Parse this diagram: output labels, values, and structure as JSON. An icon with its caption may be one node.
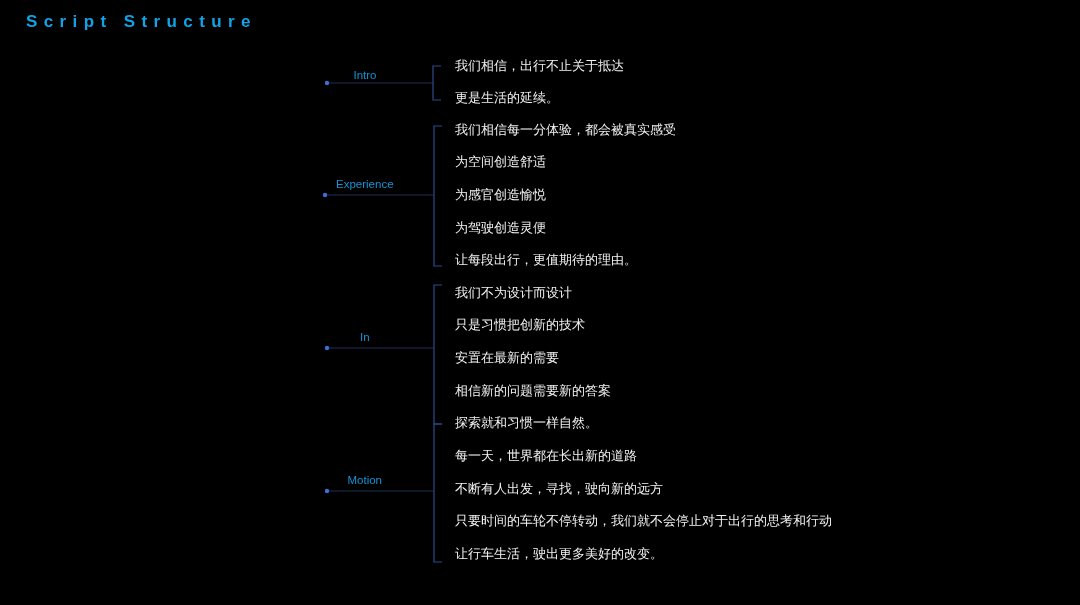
{
  "diagram": {
    "title": "Script Structure",
    "labels": [
      "Intro",
      "我们相信，出行不止关于抵达",
      "更是生活的延续。",
      "Experience",
      "我们相信每一分体验，都会被真实感受",
      "为空间创造舒适",
      "为感官创造愉悦",
      "为驾驶创造灵便",
      "让每段出行，更值期待的理由。",
      "In",
      "我们不为设计而设计",
      "只是习惯把创新的技术",
      "安置在最新的需要",
      "相信新的问题需要新的答案",
      "探索就和习惯一样自然。",
      "Motion",
      "每一天，世界都在长出新的道路",
      "不断有人出发，寻找，驶向新的远方",
      "只要时间的车轮不停转动，我们就不会停止对于出行的思考和行动",
      "让行车生活，驶出更多美好的改变。"
    ]
  }
}
